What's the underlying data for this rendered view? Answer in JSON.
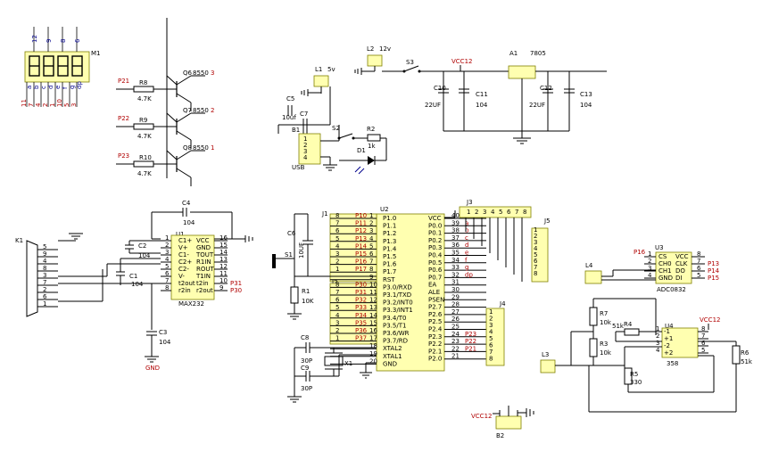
{
  "seg_display": {
    "ref": "M1",
    "top_pins": [
      "12",
      "9",
      "8",
      "6"
    ],
    "bottom_pins": [
      "11",
      "7",
      "4",
      "2",
      "1",
      "10",
      "5",
      "3"
    ],
    "bottom_names": [
      "a",
      "b",
      "c",
      "d",
      "e",
      "f",
      "g",
      "dp"
    ]
  },
  "transistors": [
    {
      "ref": "Q6",
      "part": "8550",
      "pin": "3",
      "res": "R8",
      "res_val": "4.7K",
      "net": "P21"
    },
    {
      "ref": "Q7",
      "part": "8550",
      "pin": "2",
      "res": "R9",
      "res_val": "4.7K",
      "net": "P22"
    },
    {
      "ref": "Q8",
      "part": "8550",
      "pin": "1",
      "res": "R10",
      "res_val": "4.7K",
      "net": "P23"
    }
  ],
  "power": {
    "l1": "L1",
    "v5": "5v",
    "c5": "C5",
    "c7": "C7",
    "c5_val": "10uf",
    "c7_val": "104",
    "b1": "B1",
    "usb": "USB",
    "usb_pins": [
      "1",
      "2",
      "3",
      "4"
    ],
    "s2": "S2",
    "r2": "R2",
    "r2_val": "1k",
    "d1": "D1",
    "l2": "L2",
    "v12": "12v",
    "s3": "S3",
    "vcc12": "VCC12",
    "a1": "A1",
    "reg": "7805",
    "c10": "C10",
    "c10_val": "22UF",
    "c11": "C11",
    "c11_val": "104",
    "c12": "C12",
    "c12_val": "22UF",
    "c13": "C13",
    "c13_val": "104"
  },
  "max232": {
    "k1": "K1",
    "ref": "U1",
    "name": "MAX232",
    "c4": "C4",
    "c4_val": "104",
    "c2": "C2",
    "c2_val": "104",
    "c1": "C1",
    "c1_val": "104",
    "c3": "C3",
    "c3_val": "104",
    "gnd": "GND",
    "db9_pins": [
      "5",
      "9",
      "4",
      "8",
      "3",
      "7",
      "2",
      "6",
      "1"
    ],
    "left_pins": [
      {
        "n": "1",
        "name": "C1+"
      },
      {
        "n": "2",
        "name": "V+"
      },
      {
        "n": "3",
        "name": "C1-"
      },
      {
        "n": "4",
        "name": "C2+"
      },
      {
        "n": "5",
        "name": "C2-"
      },
      {
        "n": "6",
        "name": "V-"
      },
      {
        "n": "7",
        "name": "t2out"
      },
      {
        "n": "8",
        "name": "r2in"
      }
    ],
    "right_pins": [
      {
        "n": "16",
        "name": "VCC"
      },
      {
        "n": "15",
        "name": "GND"
      },
      {
        "n": "14",
        "name": "TOUT"
      },
      {
        "n": "13",
        "name": "R1IN"
      },
      {
        "n": "12",
        "name": "ROUT"
      },
      {
        "n": "11",
        "name": "T1IN"
      },
      {
        "n": "10",
        "name": "t2in"
      },
      {
        "n": "9",
        "name": "r2out"
      }
    ],
    "net10": "P31",
    "net9": "P30"
  },
  "mcu": {
    "ref": "U2",
    "j1": "J1",
    "j2": "J2",
    "j3": "J3",
    "j4": "J4",
    "j5": "J5",
    "c6": "C6",
    "c6_val": "10UF",
    "s1": "S1",
    "r1": "R1",
    "r1_val": "10K",
    "c8": "C8",
    "c8_val": "30P",
    "c9": "C9",
    "c9_val": "30P",
    "x1": "X1",
    "left_pins": [
      {
        "n": "1",
        "name": "P1.0",
        "j": "8",
        "net": "P10"
      },
      {
        "n": "2",
        "name": "P1.1",
        "j": "7",
        "net": "P11"
      },
      {
        "n": "3",
        "name": "P1.2",
        "j": "6",
        "net": "P12"
      },
      {
        "n": "4",
        "name": "P1.3",
        "j": "5",
        "net": "P13"
      },
      {
        "n": "5",
        "name": "P1.4",
        "j": "4",
        "net": "P14"
      },
      {
        "n": "6",
        "name": "P1.5",
        "j": "3",
        "net": "P15"
      },
      {
        "n": "7",
        "name": "P1.6",
        "j": "2",
        "net": "P16"
      },
      {
        "n": "8",
        "name": "P1.7",
        "j": "1",
        "net": "P17"
      },
      {
        "n": "9",
        "name": "RST",
        "j": "",
        "net": ""
      },
      {
        "n": "10",
        "name": "P3.0/RXD",
        "j": "8",
        "net": "P30"
      },
      {
        "n": "11",
        "name": "P3.1/TXD",
        "j": "7",
        "net": "P31"
      },
      {
        "n": "12",
        "name": "P3.2/INT0",
        "j": "6",
        "net": "P32"
      },
      {
        "n": "13",
        "name": "P3.3/INT1",
        "j": "5",
        "net": "P33"
      },
      {
        "n": "14",
        "name": "P3.4/T0",
        "j": "4",
        "net": "P34"
      },
      {
        "n": "15",
        "name": "P3.5/T1",
        "j": "3",
        "net": "P35"
      },
      {
        "n": "16",
        "name": "P3.6/WR",
        "j": "2",
        "net": "P36"
      },
      {
        "n": "17",
        "name": "P3.7/RD",
        "j": "1",
        "net": "P37"
      },
      {
        "n": "18",
        "name": "XTAL2",
        "j": "",
        "net": ""
      },
      {
        "n": "19",
        "name": "XTAL1",
        "j": "",
        "net": ""
      },
      {
        "n": "20",
        "name": "GND",
        "j": "",
        "net": ""
      }
    ],
    "right_pins": [
      {
        "n": "40",
        "name": "VCC",
        "seg": "",
        "j": ""
      },
      {
        "n": "39",
        "name": "P0.0",
        "seg": "a",
        "j": "1"
      },
      {
        "n": "38",
        "name": "P0.1",
        "seg": "b",
        "j": "2"
      },
      {
        "n": "37",
        "name": "P0.2",
        "seg": "c",
        "j": "3"
      },
      {
        "n": "36",
        "name": "P0.3",
        "seg": "d",
        "j": "4"
      },
      {
        "n": "35",
        "name": "P0.4",
        "seg": "e",
        "j": "5"
      },
      {
        "n": "34",
        "name": "P0.5",
        "seg": "f",
        "j": "6"
      },
      {
        "n": "33",
        "name": "P0.6",
        "seg": "g",
        "j": "7"
      },
      {
        "n": "32",
        "name": "P0.7",
        "seg": "dp",
        "j": "8"
      },
      {
        "n": "31",
        "name": "EA",
        "seg": "",
        "j": ""
      },
      {
        "n": "30",
        "name": "ALE",
        "seg": "",
        "j": ""
      },
      {
        "n": "29",
        "name": "PSEN",
        "seg": "",
        "j": ""
      },
      {
        "n": "28",
        "name": "P2.7",
        "seg": "",
        "j": "1"
      },
      {
        "n": "27",
        "name": "P2.6",
        "seg": "",
        "j": "2"
      },
      {
        "n": "26",
        "name": "P2.5",
        "seg": "",
        "j": "3"
      },
      {
        "n": "25",
        "name": "P2.4",
        "seg": "",
        "j": "4"
      },
      {
        "n": "24",
        "name": "P2.3",
        "seg": "P23",
        "j": "5"
      },
      {
        "n": "23",
        "name": "P2.2",
        "seg": "P22",
        "j": "6"
      },
      {
        "n": "22",
        "name": "P2.1",
        "seg": "P21",
        "j": "7"
      },
      {
        "n": "21",
        "name": "P2.0",
        "seg": "",
        "j": "8"
      }
    ]
  },
  "adc": {
    "ref": "U3",
    "name": "ADC0832",
    "p16": "P16",
    "l4": "L4",
    "left_pins": [
      {
        "n": "1",
        "name": "CS"
      },
      {
        "n": "2",
        "name": "CH0"
      },
      {
        "n": "3",
        "name": "CH1"
      },
      {
        "n": "4",
        "name": "GND"
      }
    ],
    "right_pins": [
      {
        "n": "8",
        "name": "VCC",
        "net": ""
      },
      {
        "n": "7",
        "name": "CLK",
        "net": "P13"
      },
      {
        "n": "6",
        "name": "DO",
        "net": "P14"
      },
      {
        "n": "5",
        "name": "DI",
        "net": "P15"
      }
    ]
  },
  "opamp": {
    "ref": "U4",
    "name": "358",
    "vcc12": "VCC12",
    "r7": "R7",
    "r7_val": "10k",
    "r4": "R4",
    "r4_val": "51k",
    "r3": "R3",
    "r3_val": "10k",
    "r5": "R5",
    "r5_val": "330",
    "r6": "R6",
    "r6_val": "51k",
    "l3": "L3",
    "left_pins": [
      "1",
      "2",
      "3",
      "4"
    ],
    "right_pins": [
      "8",
      "7",
      "6",
      "5"
    ],
    "marks": [
      "-1",
      "+1",
      "-2",
      "+2"
    ]
  },
  "b2": {
    "ref": "B2",
    "net": "VCC12"
  }
}
